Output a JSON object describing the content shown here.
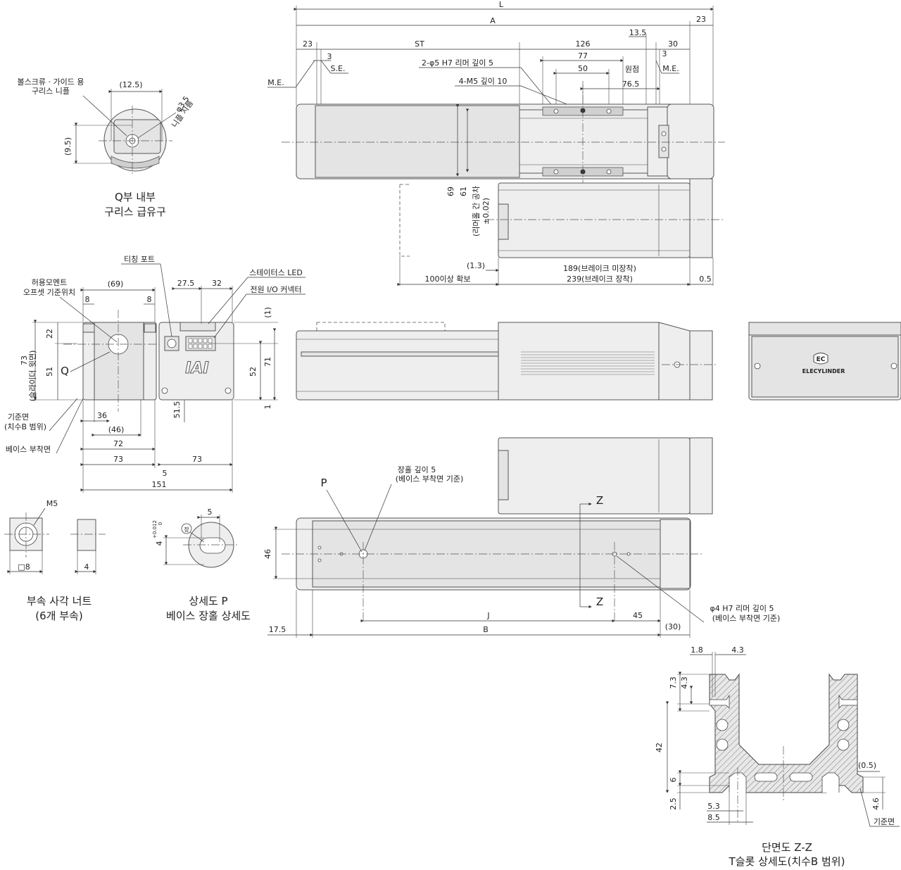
{
  "views": {
    "top": {
      "L": "L",
      "A": "A",
      "ST": "ST",
      "n23a": "23",
      "n23b": "23",
      "n3a": "3",
      "n3b": "3",
      "n126": "126",
      "n77": "77",
      "n50": "50",
      "n76_5": "76.5",
      "n13_5": "13.5",
      "n30": "30",
      "me_left": "M.E.",
      "me_right": "M.E.",
      "se": "S.E.",
      "origin": "원점",
      "reamer": "2-φ5 H7 리머 깊이 5",
      "m5": "4-M5 깊이 10",
      "n69": "69",
      "n61": "61",
      "reamer_pitch": "(리머홀 간 공차",
      "tol": "±0.02)",
      "n1_3": "(1.3)",
      "clearance": "100이상 확보",
      "n189": "189(브레이크 미장착)",
      "n239": "239(브레이크 장착)",
      "n0_5": "0.5"
    },
    "q_detail": {
      "nipple_label1": "볼스크류 · 가이드 용",
      "nipple_label2": "구리스 니플",
      "n12_5": "(12.5)",
      "n9_5": "(9.5)",
      "phi": "φ3.5",
      "phi2": "니플 지름",
      "title1": "Q부 내부",
      "title2": "구리스 급유구"
    },
    "end": {
      "moment1": "허용모멘트",
      "moment2": "오프셋 기준위치",
      "n69": "(69)",
      "n8a": "8",
      "n8b": "8",
      "n22": "22",
      "n51": "51",
      "n73": "73",
      "slider": "(슬라이더 윗면)",
      "q": "Q",
      "ref1": "기준면",
      "ref2": "(치수B 범위)",
      "base": "베이스 부착면",
      "n36": "36",
      "n46": "(46)",
      "n72": "72",
      "n73b": "73",
      "n73c": "73",
      "n5": "5",
      "n151": "151",
      "n51_5": "51.5"
    },
    "motor": {
      "teach": "티칭 포트",
      "status": "스테이터스 LED",
      "power": "전원 I/O 커넥터",
      "n27_5": "27.5",
      "n32": "32",
      "n1": "(1)",
      "n52": "52",
      "n71": "71",
      "n1b": "1",
      "logo": "IAI"
    },
    "back": {
      "logo": "ELECYLINDER",
      "ec": "EC"
    },
    "bottom": {
      "z1": "Z",
      "z2": "Z",
      "p": "P",
      "slot1": "장홀 깊이 5",
      "slot2": "(베이스 부착면 기준)",
      "n46": "46",
      "J": "J",
      "n45": "45",
      "B": "B",
      "n30": "(30)",
      "n17_5": "17.5",
      "reamer1": "φ4 H7 리머 깊이 5",
      "reamer2": "(베이스 부착면 기준)"
    },
    "nut": {
      "m5": "M5",
      "sq": "□8",
      "n4": "4",
      "title1": "부속 사각 너트",
      "title2": "(6개 부속)"
    },
    "p_detail": {
      "n5": "5",
      "n4": "4",
      "tol": "+0.012",
      "tol0": "0",
      "mark": "장",
      "title1": "상세도 P",
      "title2": "베이스 장홀 상세도"
    },
    "section": {
      "n1_8": "1.8",
      "n4_3a": "4.3",
      "n7_3": "7.3",
      "n4_3b": "4.3",
      "n42": "42",
      "n6": "6",
      "n2_5": "2.5",
      "n5_3": "5.3",
      "n8_5": "8.5",
      "n0_5": "(0.5)",
      "n4_6": "4.6",
      "ref": "기준면",
      "title1": "단면도 Z-Z",
      "title2": "T슬롯 상세도(치수B 범위)"
    }
  }
}
